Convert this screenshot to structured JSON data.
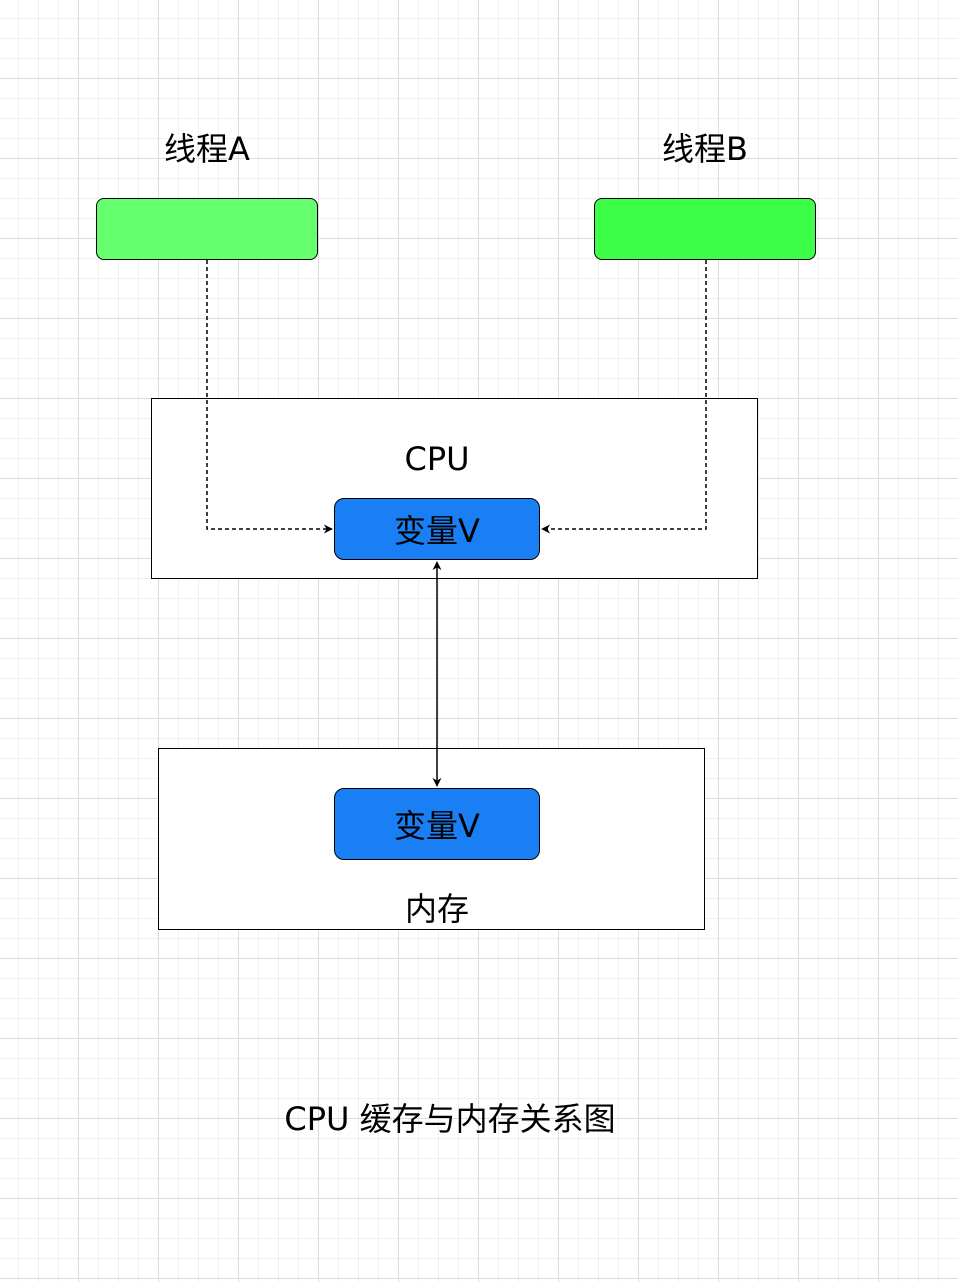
{
  "thread_a": {
    "label": "线程A",
    "color": "#66ff6e"
  },
  "thread_b": {
    "label": "线程B",
    "color": "#3dff47"
  },
  "cpu": {
    "label": "CPU",
    "variable": {
      "label": "变量V",
      "color": "#1a7ff5"
    }
  },
  "memory": {
    "label": "内存",
    "variable": {
      "label": "变量V",
      "color": "#1a7ff5"
    }
  },
  "caption": "CPU 缓存与内存关系图",
  "colors": {
    "grid": "#dcdcdc",
    "line": "#000000"
  }
}
